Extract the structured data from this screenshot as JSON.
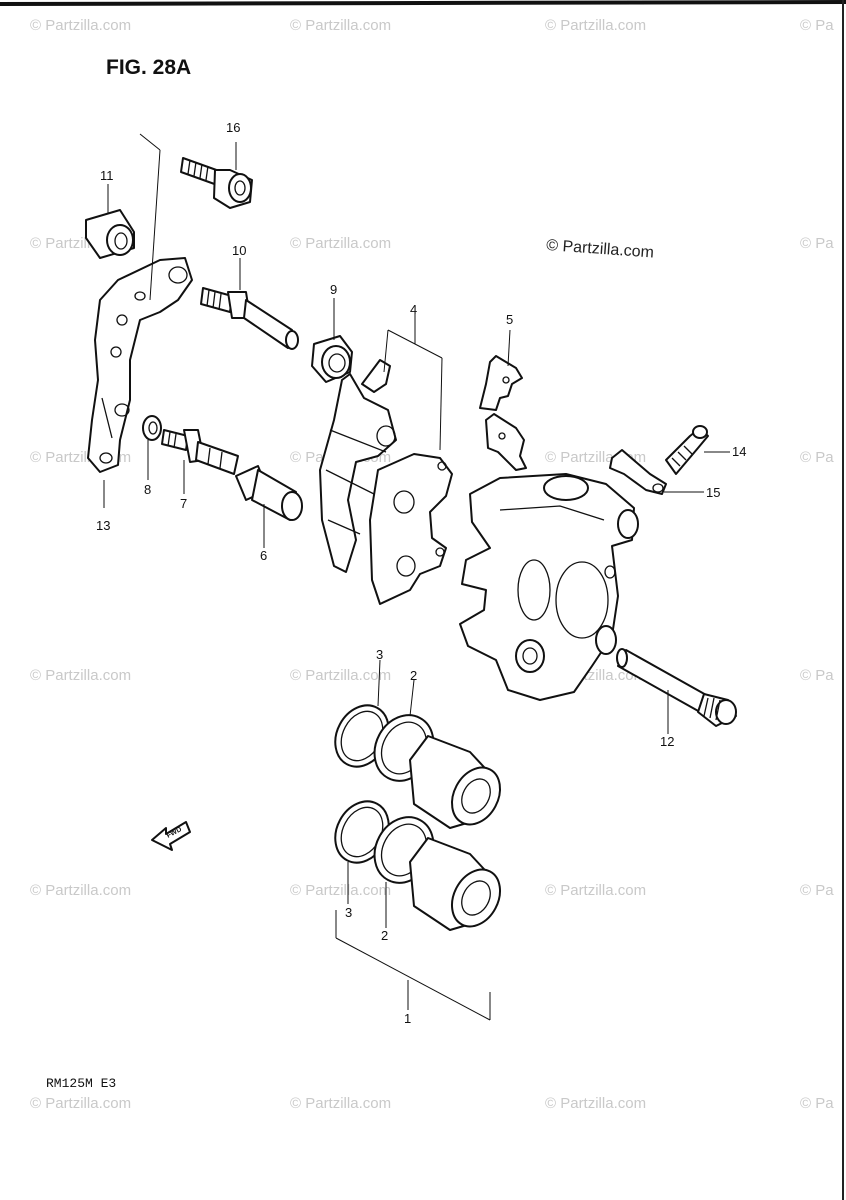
{
  "figure": {
    "title": "FIG. 28A",
    "model_code": "RM125M E3",
    "copyright": "© Partzilla.com",
    "fwd_label": "FWD"
  },
  "watermark": {
    "text": "© Partzilla.com",
    "partial_text": "© Pa"
  },
  "callouts": {
    "c1": "1",
    "c2a": "2",
    "c2b": "2",
    "c3a": "3",
    "c3b": "3",
    "c4": "4",
    "c5": "5",
    "c6": "6",
    "c7": "7",
    "c8": "8",
    "c9": "9",
    "c10": "10",
    "c11": "11",
    "c12": "12",
    "c13": "13",
    "c14": "14",
    "c15": "15",
    "c16": "16"
  }
}
